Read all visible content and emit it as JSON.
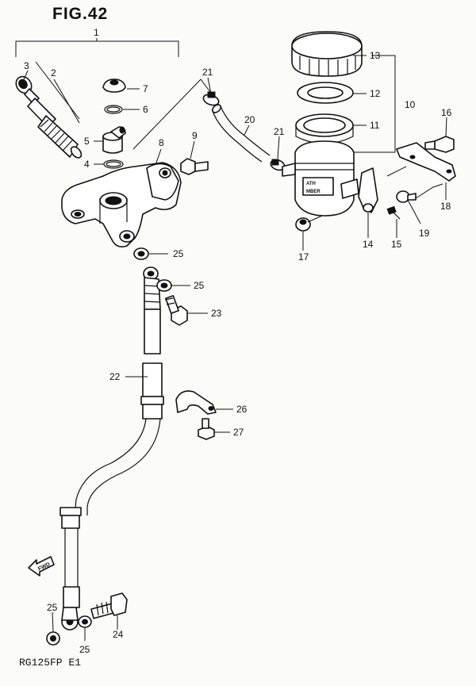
{
  "figure": {
    "title": "FIG.42",
    "model_code": "RG125FP E1",
    "fwd_label": "FWD",
    "reservoir_text": [
      "ATH",
      "MBER"
    ]
  },
  "callouts": [
    {
      "id": "1",
      "name": "callout-1-master-cylinder-assy"
    },
    {
      "id": "2",
      "name": "callout-2-piston-set"
    },
    {
      "id": "3",
      "name": "callout-3-boot"
    },
    {
      "id": "4",
      "name": "callout-4-o-ring"
    },
    {
      "id": "5",
      "name": "callout-5-connector"
    },
    {
      "id": "6",
      "name": "callout-6-circlip"
    },
    {
      "id": "7",
      "name": "callout-7-cap"
    },
    {
      "id": "8",
      "name": "callout-8-holder"
    },
    {
      "id": "9",
      "name": "callout-9-bolt"
    },
    {
      "id": "10",
      "name": "callout-10-reservoir-assy"
    },
    {
      "id": "11",
      "name": "callout-11-reservoir"
    },
    {
      "id": "12",
      "name": "callout-12-diaphragm-plate"
    },
    {
      "id": "13",
      "name": "callout-13-reservoir-cap"
    },
    {
      "id": "14",
      "name": "callout-14-bracket"
    },
    {
      "id": "15",
      "name": "callout-15-screw"
    },
    {
      "id": "16",
      "name": "callout-16-bolt"
    },
    {
      "id": "17",
      "name": "callout-17-damper"
    },
    {
      "id": "18",
      "name": "callout-18-bracket"
    },
    {
      "id": "19",
      "name": "callout-19-bolt"
    },
    {
      "id": "20",
      "name": "callout-20-hose"
    },
    {
      "id": "21",
      "name": "callout-21-clamp-upper"
    },
    {
      "id": "21",
      "name": "callout-21-clamp-lower"
    },
    {
      "id": "22",
      "name": "callout-22-brake-hose"
    },
    {
      "id": "23",
      "name": "callout-23-union-bolt"
    },
    {
      "id": "24",
      "name": "callout-24-union-bolt-lower"
    },
    {
      "id": "25",
      "name": "callout-25-washer-a"
    },
    {
      "id": "25",
      "name": "callout-25-washer-b"
    },
    {
      "id": "25",
      "name": "callout-25-washer-c"
    },
    {
      "id": "25",
      "name": "callout-25-washer-d"
    },
    {
      "id": "26",
      "name": "callout-26-hose-clamp"
    },
    {
      "id": "27",
      "name": "callout-27-screw"
    }
  ]
}
